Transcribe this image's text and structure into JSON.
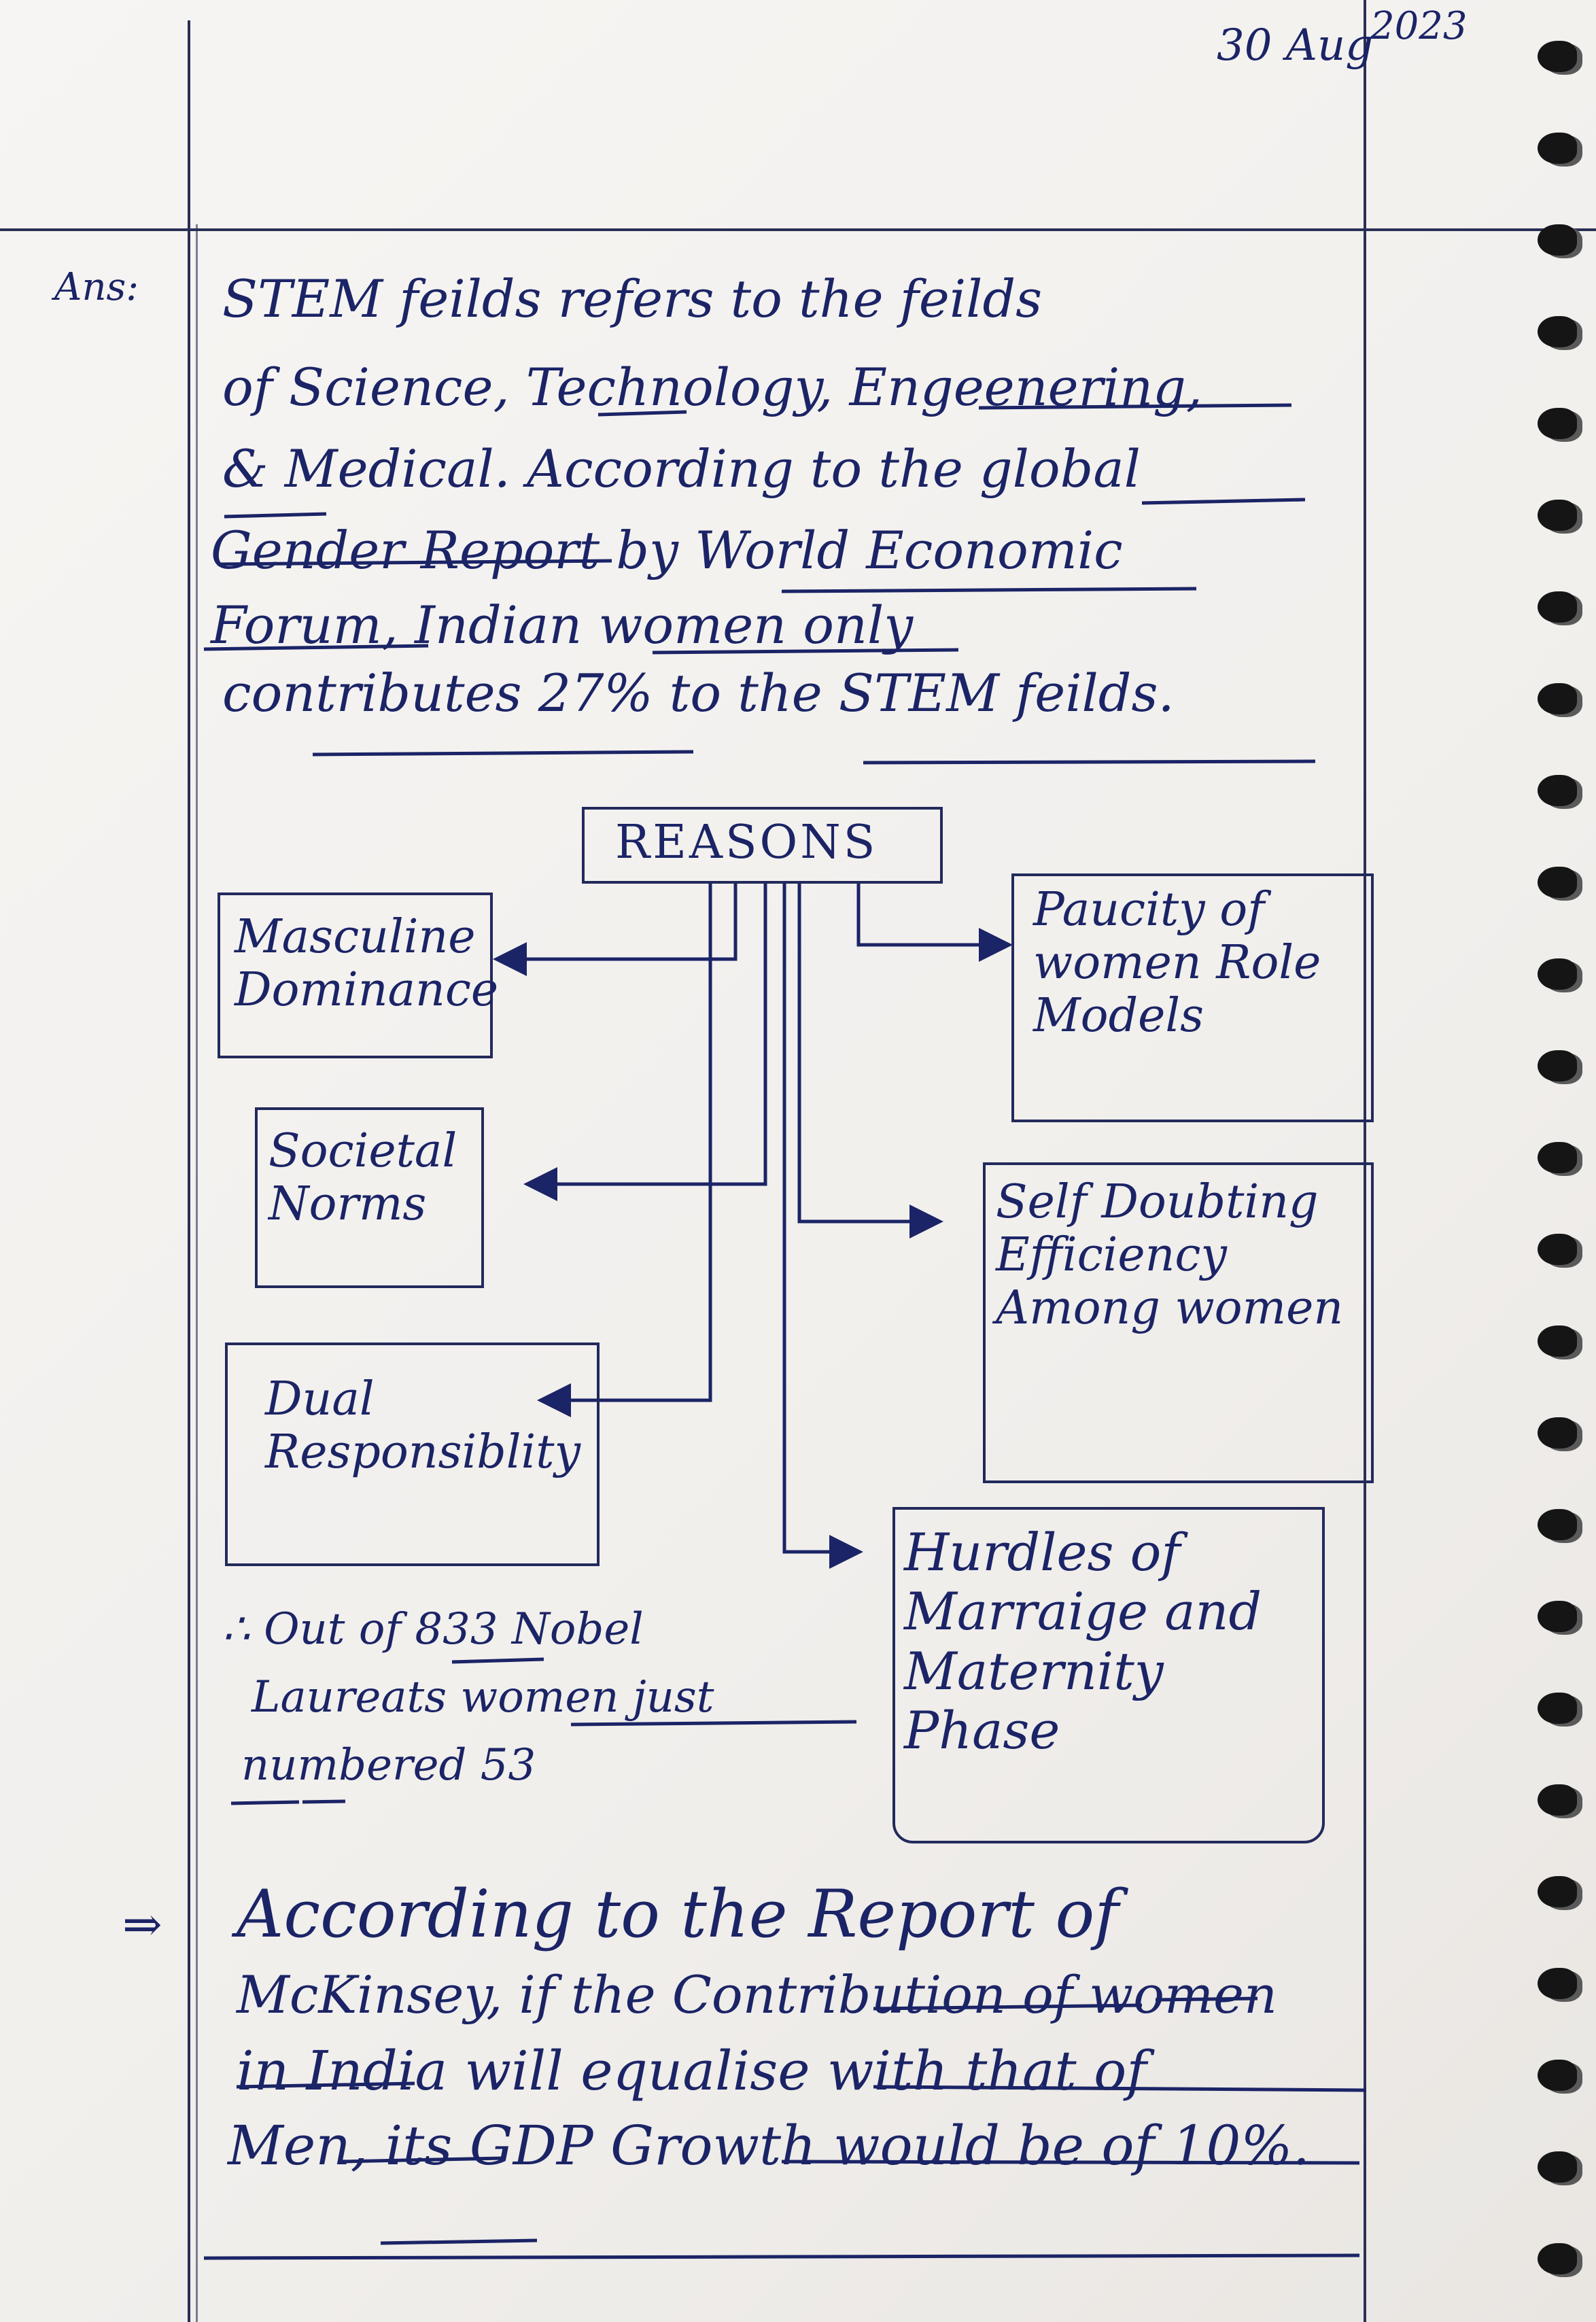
{
  "header": {
    "date": "30 Aug",
    "year": "2023"
  },
  "answer_label": "Ans:",
  "intro_lines": [
    "STEM feilds refers to the feilds",
    "of Science, Technology, Engeenering,",
    "& Medical. According to the global",
    "Gender Report by World Economic",
    "Forum, Indian women only",
    "contributes 27% to the STEM feilds."
  ],
  "diagram": {
    "title": "REASONS",
    "reasons": {
      "masculine": "Masculine Dominance",
      "societal": "Societal Norms",
      "dual": "Dual Responsiblity",
      "paucity": "Paucity of women Role Models",
      "self_doubt": "Self Doubting Efficiency Among women",
      "hurdles": "Hurdles of Marraige and Maternity Phase"
    }
  },
  "nobel_note": [
    "∴ Out of 833 Nobel",
    "Laureats women just",
    "numbered 53"
  ],
  "conclusion": {
    "arrow": "⇒",
    "lines": [
      "According to the Report of",
      "McKinsey, if the Contribution of women",
      "in India will equalise with that of",
      "Men, its GDP Growth would be of 10%."
    ]
  },
  "colors": {
    "ink": "#1b2466",
    "paper": "#f4f2ef"
  }
}
